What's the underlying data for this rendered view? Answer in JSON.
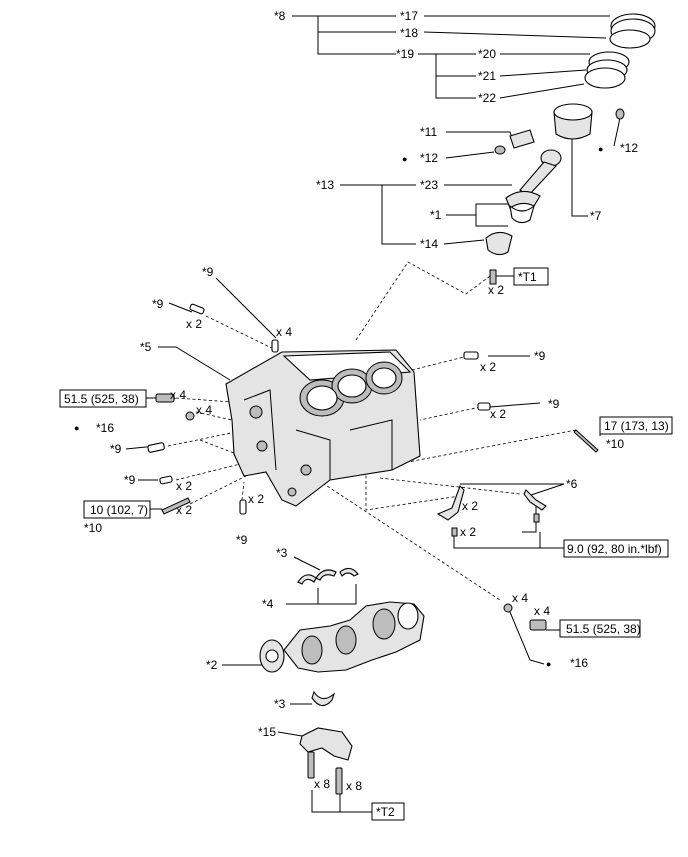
{
  "callouts": {
    "c8": "*8",
    "c17": "*17",
    "c18": "*18",
    "c19": "*19",
    "c20": "*20",
    "c21": "*21",
    "c22": "*22",
    "c11": "*11",
    "c12a": "*12",
    "c12b": "*12",
    "c13": "*13",
    "c23": "*23",
    "c7": "*7",
    "c1": "*1",
    "c14": "*14",
    "ct1": "*T1",
    "c9a": "*9",
    "c9b": "*9",
    "c9c": "*9",
    "c9d": "*9",
    "c9e": "*9",
    "c9f": "*9",
    "c9g": "*9",
    "c5": "*5",
    "c16a": "*16",
    "c16b": "*16",
    "c10a": "*10",
    "c10b": "*10",
    "c6": "*6",
    "c3a": "*3",
    "c3b": "*3",
    "c4": "*4",
    "c2": "*2",
    "c15": "*15",
    "ct2": "*T2"
  },
  "quantities": {
    "q_t1": "x 2",
    "q_pin1": "x 2",
    "q_pin2": "x 4",
    "q_bolt_left": "x 4",
    "q_washer_left": "x 4",
    "q_pin_r1": "x 2",
    "q_pin_r2": "x 2",
    "q_pin_l2": "x 2",
    "q_stud": "x 2",
    "q_pin_b": "x 2",
    "q_jet1": "x 2",
    "q_jet2": "x 2",
    "q_washer_r": "x 4",
    "q_bolt_r": "x 4",
    "q_bolt_b1": "x 8",
    "q_bolt_b2": "x 8"
  },
  "torques": {
    "t_left_bolt": "51.5 (525, 38)",
    "t_right_bolt": "51.5 (525, 38)",
    "t_stud_left": "10 (102, 7)",
    "t_stud_right": "17 (173, 13)",
    "t_jet": "9.0 (92, 80 in.*lbf)"
  },
  "markers": {
    "m1": "●",
    "m2": "●",
    "m3": "●",
    "m4": "●"
  }
}
